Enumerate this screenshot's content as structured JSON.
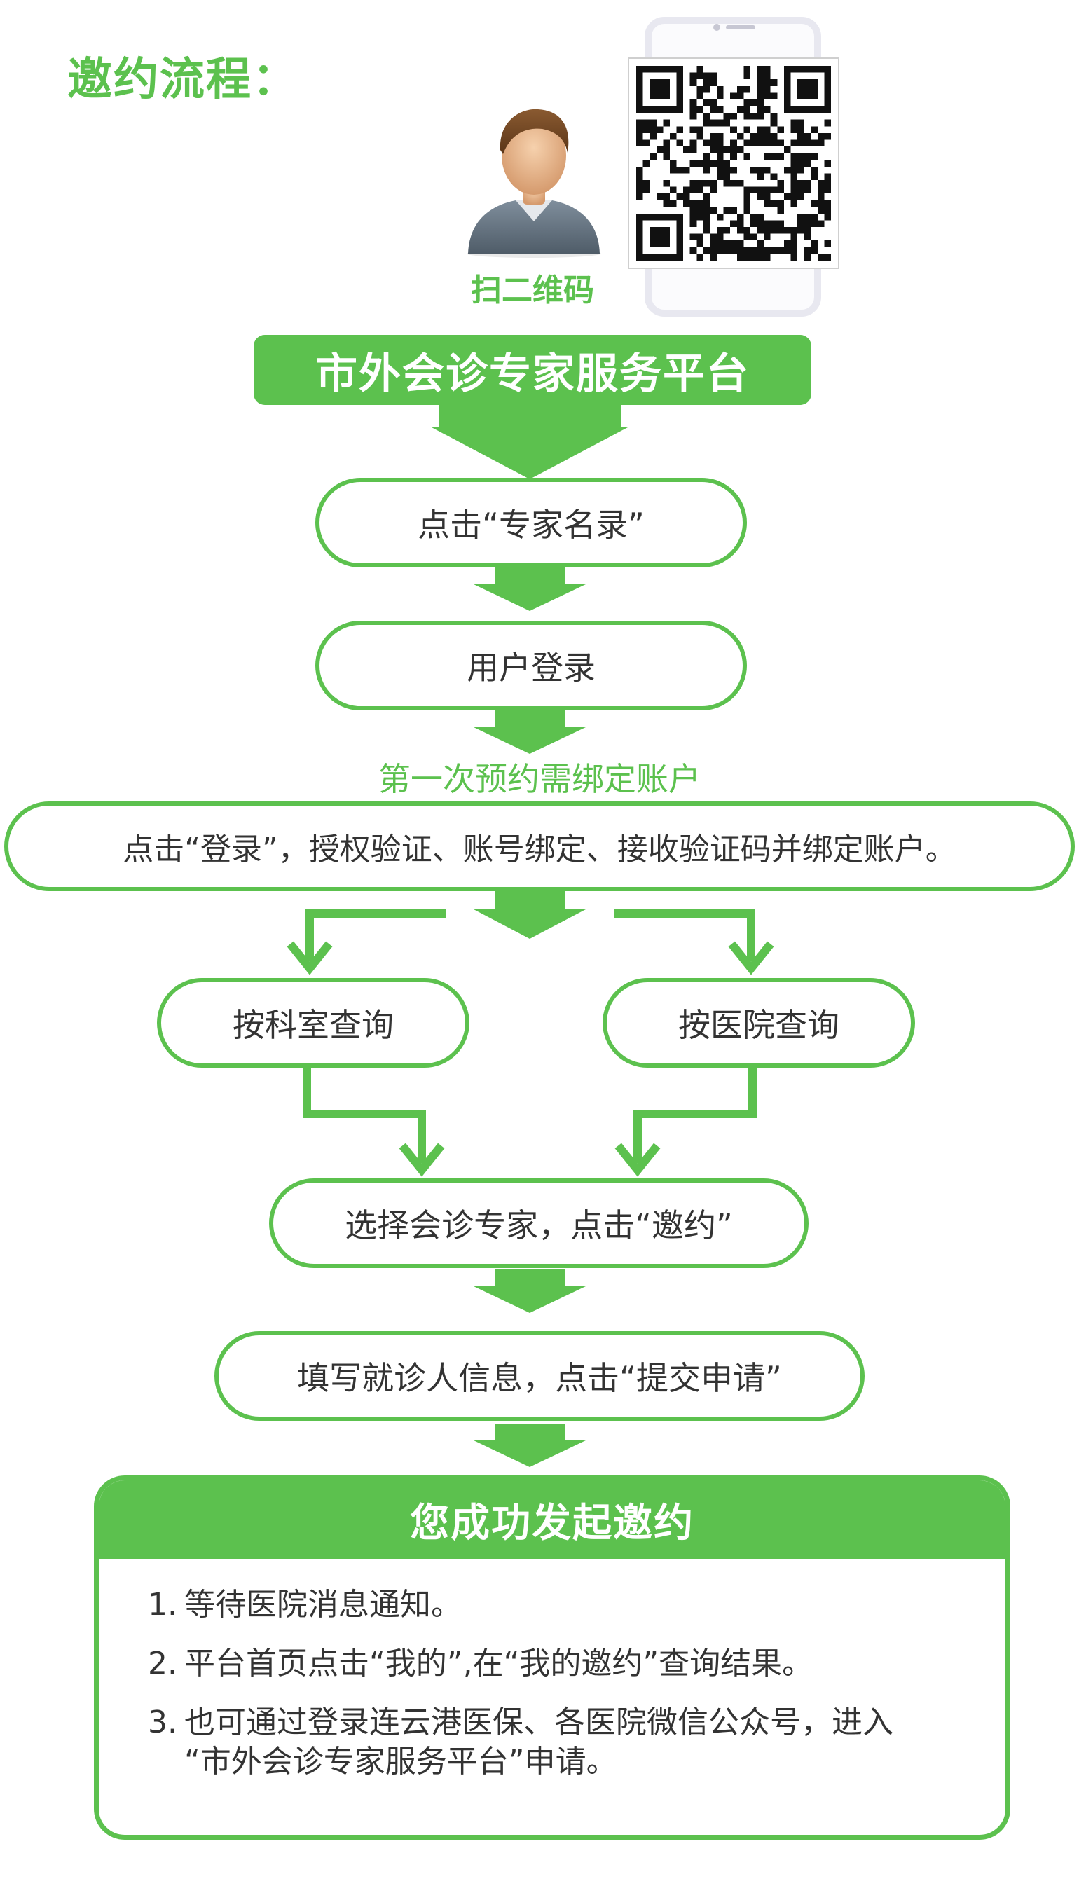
{
  "header": {
    "title": "邀约流程：",
    "scan_label": "扫二维码"
  },
  "platform": {
    "name": "市外会诊专家服务平台"
  },
  "steps": {
    "expert_list": "点击“专家名录”",
    "user_login": "用户登录",
    "first_bind_note": "第一次预约需绑定账户",
    "bind_account": "点击“登录”，授权验证、账号绑定、接收验证码并绑定账户。",
    "by_department": "按科室查询",
    "by_hospital": "按医院查询",
    "choose_expert": "选择会诊专家，点击“邀约”",
    "fill_info": "填写就诊人信息，点击“提交申请”"
  },
  "result": {
    "title": "您成功发起邀约",
    "items": [
      {
        "num": "1.",
        "text": "等待医院消息通知。"
      },
      {
        "num": "2.",
        "text": "平台首页点击“我的”,在“我的邀约”查询结果。"
      },
      {
        "num": "3.",
        "text": "也可通过登录连云港医保、各医院微信公众号，进入",
        "cont": "“市外会诊专家服务平台”申请。"
      }
    ]
  },
  "icons": {
    "avatar": "user-avatar-icon",
    "qr": "qr-code-icon",
    "arrow": "arrow-down-icon"
  },
  "colors": {
    "accent": "#5cc14e",
    "text": "#333333"
  }
}
